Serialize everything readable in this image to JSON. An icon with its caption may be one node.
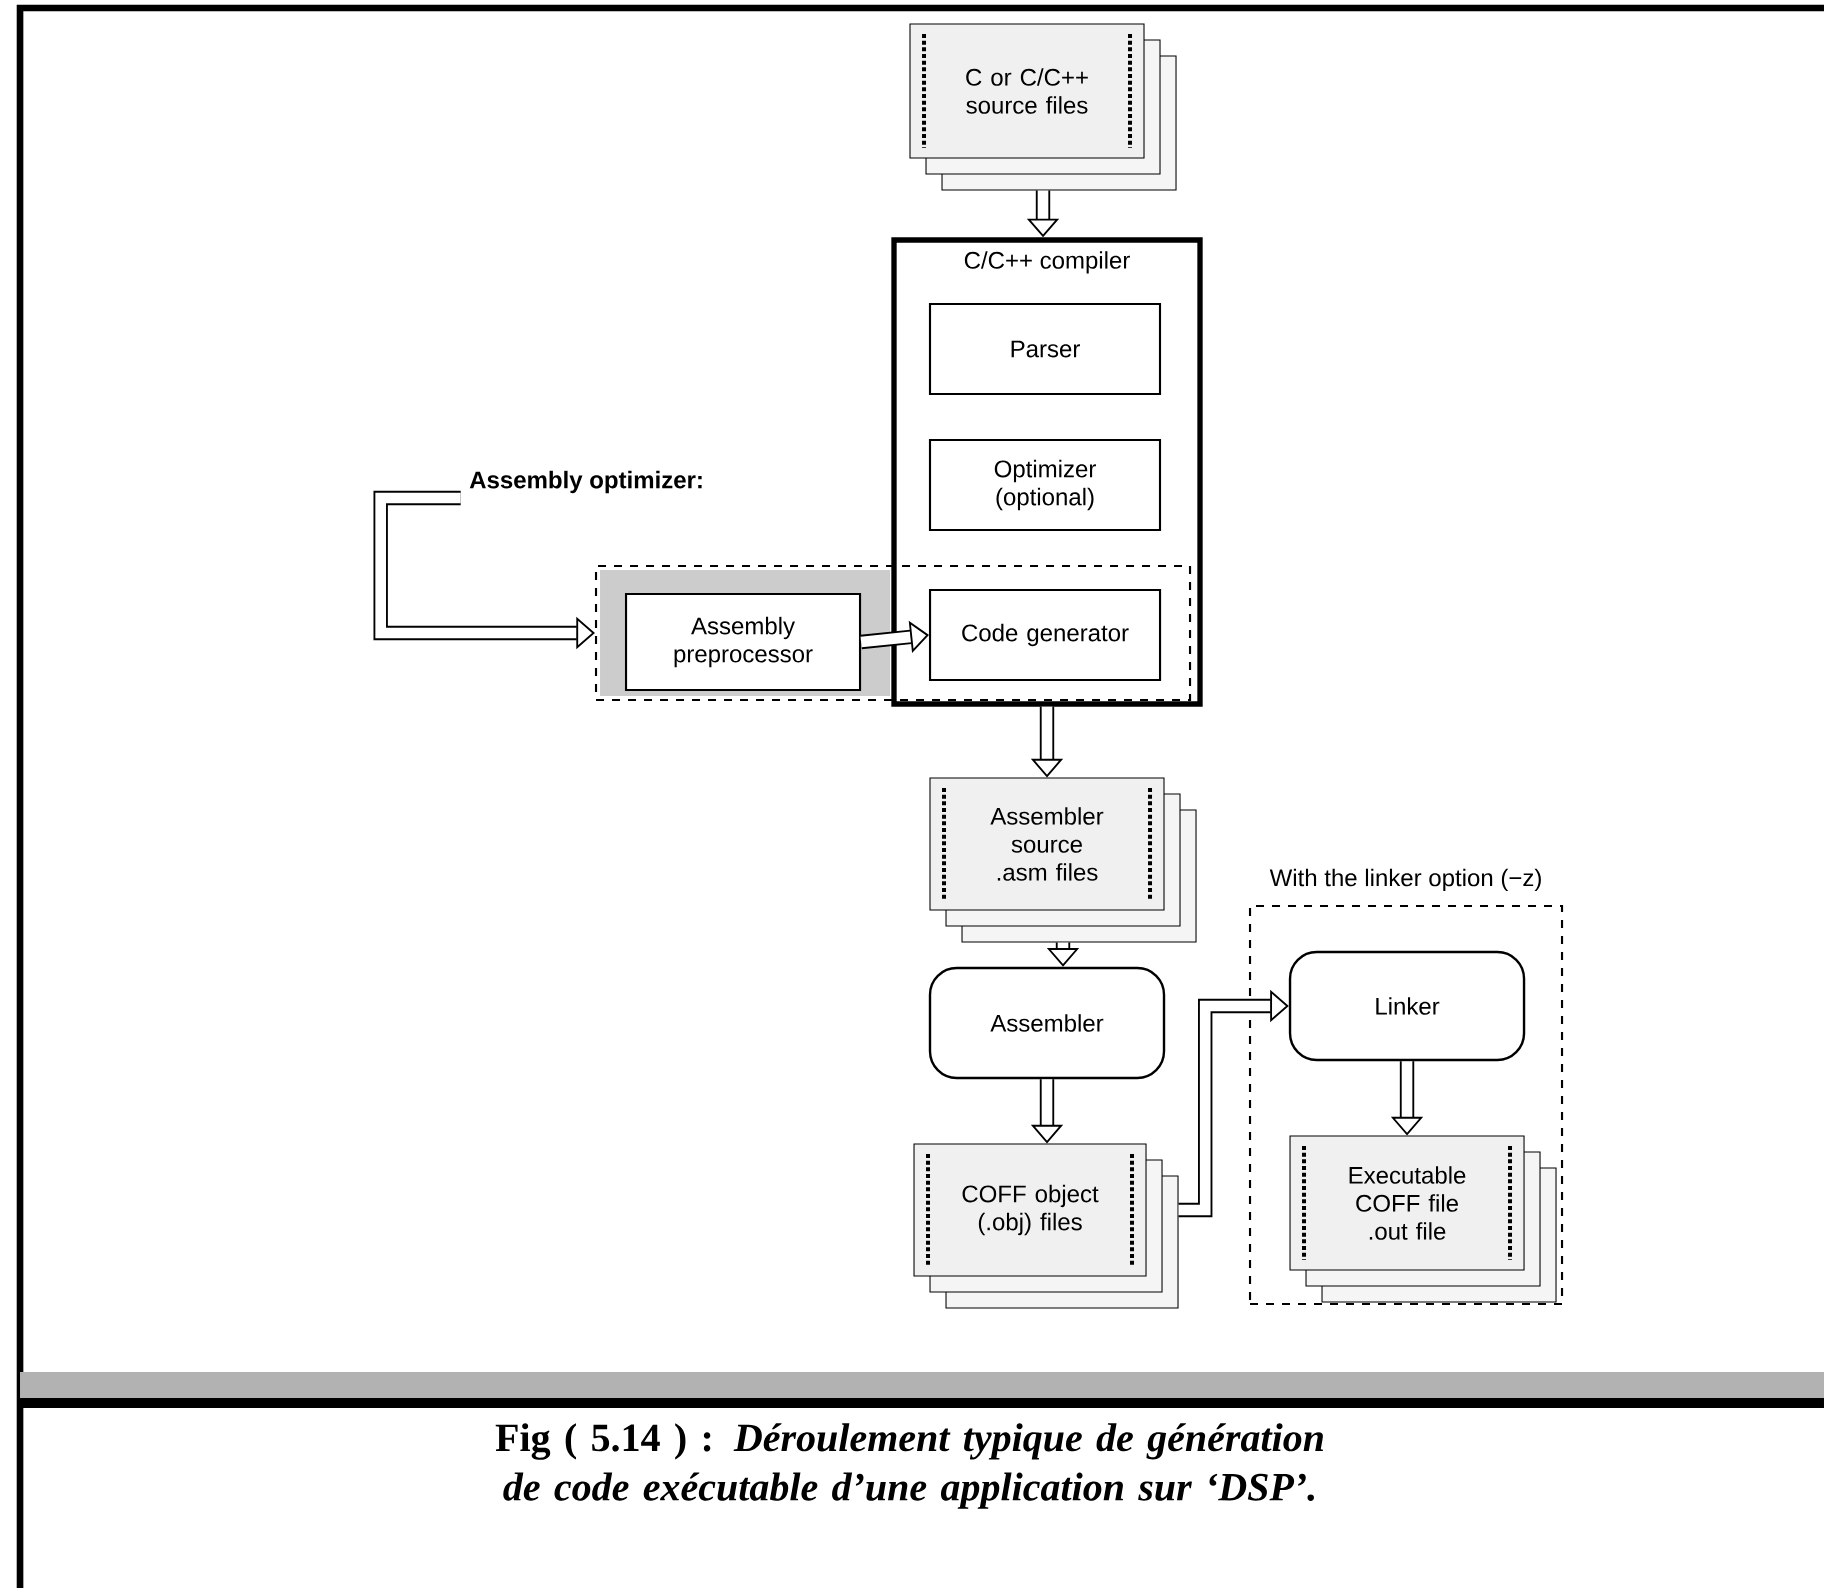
{
  "diagram": {
    "caption": "Fig ( 5.14 ) : *Déroulement typique de génération de code exécutable d’une application sur ‘DSP’.*",
    "nodes": [
      {
        "text": [
          "C or C/C++ source files"
        ]
      },
      {
        "text": [
          "C/C++ compiler"
        ]
      },
      {
        "text": [
          "Parser"
        ],
        "in": 1
      },
      {
        "text": [
          "Optimizer (optional)"
        ],
        "in": 1
      },
      {
        "text": [
          "Assembly optimizer:"
        ]
      },
      {
        "text": [],
        "shape": "box"
      },
      {
        "text": [
          "Assembly preprocessor"
        ],
        "in": 5
      },
      {
        "text": [
          "Code generator"
        ]
      },
      {
        "text": [
          "Assembler source .asm files"
        ]
      },
      {
        "text": [
          "Assembler"
        ]
      },
      {
        "text": [
          "With the linker option (−z)"
        ]
      },
      {
        "text": [
          "Linker"
        ],
        "in": 10
      },
      {
        "text": [
          "Executable COFF file .out file"
        ],
        "in": 10
      },
      {
        "text": [
          "COFF object (.obj) files"
        ]
      }
    ],
    "edges": [
      {
        "from": 0,
        "to": 1,
        "arrow": "to"
      },
      {
        "from": 4,
        "to": 5,
        "arrow": "to"
      },
      {
        "from": 6,
        "to": 7,
        "arrow": "to"
      },
      {
        "from": 1,
        "to": 8,
        "arrow": "to"
      },
      {
        "from": 8,
        "to": 9,
        "arrow": "to"
      },
      {
        "from": 9,
        "to": 13,
        "arrow": "to"
      },
      {
        "from": 13,
        "to": 11,
        "arrow": "to"
      },
      {
        "from": 11,
        "to": 12,
        "arrow": "to"
      }
    ]
  }
}
